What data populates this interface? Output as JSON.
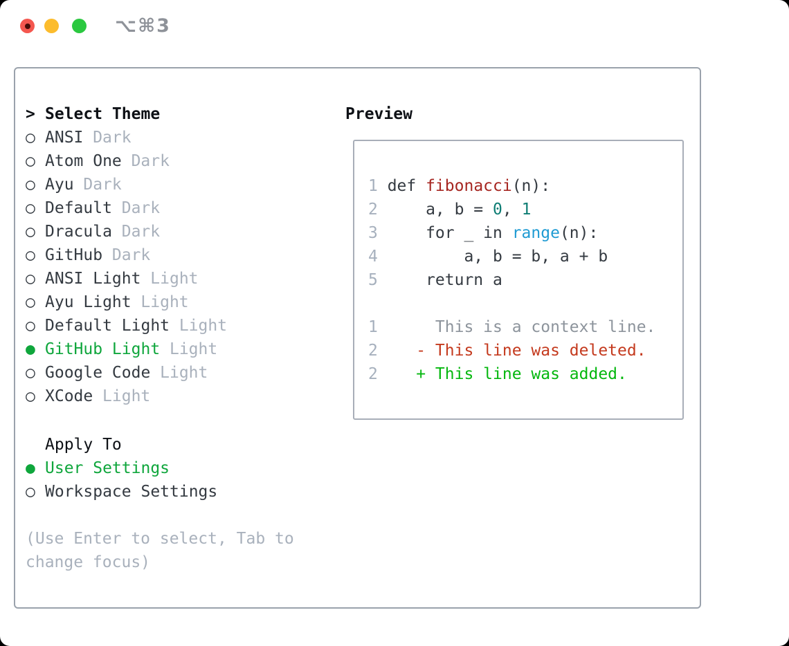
{
  "titlebar": {
    "title": "⌥⌘3",
    "traffic_lights": {
      "close": "#f4574f",
      "minimize": "#fcbc2d",
      "zoom": "#2bc840"
    }
  },
  "theme_picker": {
    "prompt_marker": ">",
    "title": "Select Theme",
    "radio_unselected": "○",
    "radio_selected": "●",
    "items": [
      {
        "name": "ANSI",
        "variant": "Dark",
        "selected": false
      },
      {
        "name": "Atom One",
        "variant": "Dark",
        "selected": false
      },
      {
        "name": "Ayu",
        "variant": "Dark",
        "selected": false
      },
      {
        "name": "Default",
        "variant": "Dark",
        "selected": false
      },
      {
        "name": "Dracula",
        "variant": "Dark",
        "selected": false
      },
      {
        "name": "GitHub",
        "variant": "Dark",
        "selected": false
      },
      {
        "name": "ANSI Light",
        "variant": "Light",
        "selected": false
      },
      {
        "name": "Ayu Light",
        "variant": "Light",
        "selected": false
      },
      {
        "name": "Default Light",
        "variant": "Light",
        "selected": false
      },
      {
        "name": "GitHub Light",
        "variant": "Light",
        "selected": true
      },
      {
        "name": "Google Code",
        "variant": "Light",
        "selected": false
      },
      {
        "name": "XCode",
        "variant": "Light",
        "selected": false
      }
    ]
  },
  "apply_to": {
    "title": "Apply To",
    "items": [
      {
        "label": "User Settings",
        "selected": true
      },
      {
        "label": "Workspace Settings",
        "selected": false
      }
    ]
  },
  "hint": "(Use Enter to select, Tab to change focus)",
  "preview": {
    "title": "Preview",
    "lines": [
      {
        "gutter": "1",
        "segments": [
          {
            "text": "def ",
            "class": "plain"
          },
          {
            "text": "fibonacci",
            "class": "func"
          },
          {
            "text": "(n):",
            "class": "plain"
          }
        ]
      },
      {
        "gutter": "2",
        "segments": [
          {
            "text": "    a, b = ",
            "class": "plain"
          },
          {
            "text": "0",
            "class": "num"
          },
          {
            "text": ", ",
            "class": "plain"
          },
          {
            "text": "1",
            "class": "num"
          }
        ]
      },
      {
        "gutter": "3",
        "segments": [
          {
            "text": "    for _ in ",
            "class": "plain"
          },
          {
            "text": "range",
            "class": "builtin"
          },
          {
            "text": "(n):",
            "class": "plain"
          }
        ]
      },
      {
        "gutter": "4",
        "segments": [
          {
            "text": "        a, b = b, a + b",
            "class": "plain"
          }
        ]
      },
      {
        "gutter": "5",
        "segments": [
          {
            "text": "    return a",
            "class": "plain"
          }
        ]
      },
      {
        "gutter": "",
        "segments": []
      },
      {
        "gutter": "1",
        "segments": [
          {
            "text": "     This is a context line.",
            "class": "ctx"
          }
        ]
      },
      {
        "gutter": "2",
        "segments": [
          {
            "text": "   - This line was deleted.",
            "class": "del"
          }
        ]
      },
      {
        "gutter": "2",
        "segments": [
          {
            "text": "   + This line was added.",
            "class": "add"
          }
        ]
      }
    ]
  },
  "colors": {
    "selected_green": "#0fa63c",
    "diff_added_green": "#04b70e",
    "diff_deleted_red": "#c43a1e",
    "function_red": "#a62621",
    "number_teal": "#0e7d74",
    "builtin_blue": "#1f9bd3",
    "annotation_gray": "#a9b1bc",
    "context_gray": "#8d949c",
    "text_dark": "#343a41",
    "panel_border": "#9aa2ac",
    "preview_border": "#a8aeb8",
    "titlebar_text": "#8e9299"
  }
}
